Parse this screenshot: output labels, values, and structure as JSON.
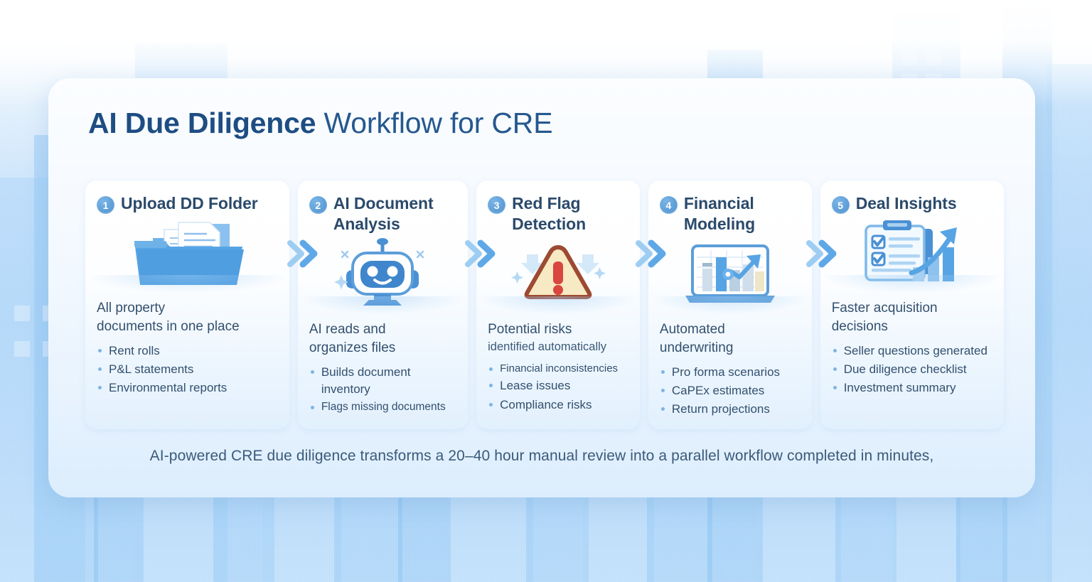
{
  "title": {
    "bold": "AI Due Diligence",
    "regular": "Workflow for CRE"
  },
  "colors": {
    "title": "#1f4f84",
    "card_title": "#2b4a6b",
    "badge": "#4a8fcd",
    "body_text": "#33506e",
    "bullet": "#7db4e4",
    "arrow": "#5fa8e8",
    "panel_bg": "#f7fbff",
    "page_bg": "#bcdcfa",
    "warning_fill": "#f7e9c3",
    "warning_stroke": "#9c4a32",
    "warning_mark": "#d9453f"
  },
  "steps": [
    {
      "number": "1",
      "title": "Upload DD Folder",
      "icon": "folder-documents-icon",
      "lead_line1": "All property",
      "lead_line2": "documents in one place",
      "bullets": [
        "Rent rolls",
        "P&L statements",
        "Environmental reports"
      ]
    },
    {
      "number": "2",
      "title": "AI Document Analysis",
      "icon": "robot-icon",
      "lead_line1": "AI reads and",
      "lead_line2": "organizes files",
      "bullets": [
        "Builds document inventory",
        "Flags missing documents"
      ]
    },
    {
      "number": "3",
      "title": "Red Flag Detection",
      "icon": "warning-triangle-icon",
      "lead_line1": "Potential risks",
      "lead_line2": "identified automatically",
      "bullets": [
        "Financial inconsistencies",
        "Lease issues",
        "Compliance risks"
      ]
    },
    {
      "number": "4",
      "title": "Financial Modeling",
      "icon": "laptop-chart-icon",
      "lead_line1": "Automated",
      "lead_line2": "underwriting",
      "bullets": [
        "Pro forma scenarios",
        "CaPEx estimates",
        "Return projections"
      ]
    },
    {
      "number": "5",
      "title": "Deal Insights",
      "icon": "clipboard-growth-icon",
      "lead_line1": "Faster acquisition",
      "lead_line2": "decisions",
      "bullets": [
        "Seller questions generated",
        "Due diligence checklist",
        "Investment summary"
      ]
    }
  ],
  "arrows": [
    "double-chevron-right-icon",
    "double-chevron-right-icon",
    "double-chevron-right-icon",
    "double-chevron-right-icon"
  ],
  "footer": "AI-powered CRE due diligence transforms a 20–40 hour manual review into a parallel workflow completed in minutes,"
}
